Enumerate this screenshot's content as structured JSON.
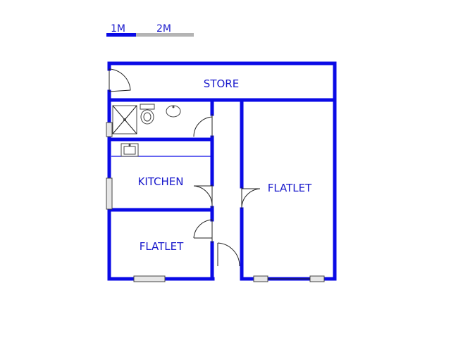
{
  "scale_bar": {
    "labels": [
      "1M",
      "2M"
    ],
    "colors": {
      "first": "#0a0ae6",
      "second": "#b4b4b4"
    }
  },
  "rooms": [
    {
      "id": "store",
      "label": "STORE"
    },
    {
      "id": "kitchen",
      "label": "KITCHEN"
    },
    {
      "id": "flatlet-small",
      "label": "FLATLET"
    },
    {
      "id": "flatlet-large",
      "label": "FLATLET"
    }
  ],
  "colors": {
    "wall": "#0a0ae6",
    "text": "#1a1acc",
    "background": "#ffffff"
  }
}
